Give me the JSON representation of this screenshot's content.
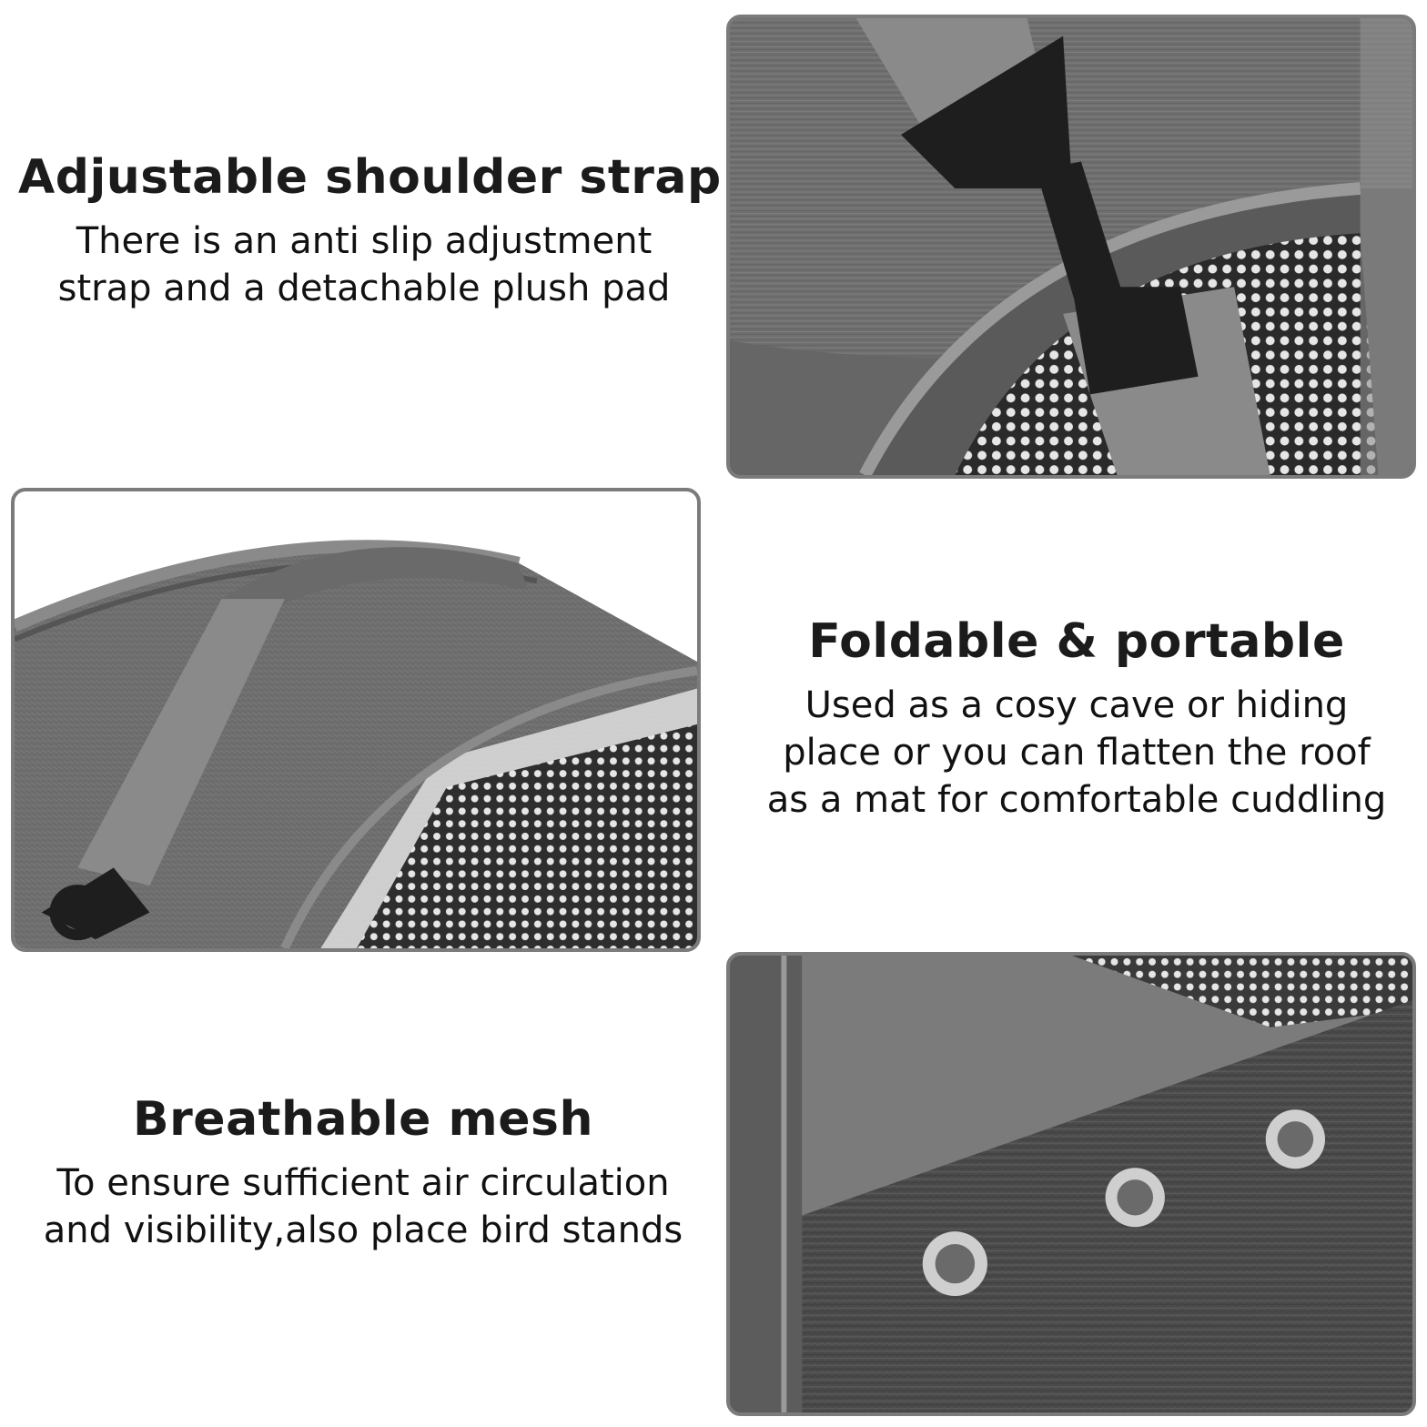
{
  "features": [
    {
      "title": "Adjustable shoulder strap",
      "description": "There is an anti slip adjustment\nstrap and a detachable plush pad"
    },
    {
      "title": "Foldable & portable",
      "description": "Used as a cosy cave or hiding\nplace or you can flatten the roof\nas a mat for comfortable cuddling"
    },
    {
      "title": "Breathable mesh",
      "description": "To ensure sufficient air circulation\nand visibility,also place bird stands"
    }
  ],
  "colors": {
    "fabric": "#6f6f6f",
    "fabric_dark": "#4a4a4a",
    "strap": "#8a8a8a",
    "buckle": "#1e1e1e",
    "mesh": "#e6e6e6",
    "panel_border": "#7b7b7b"
  }
}
